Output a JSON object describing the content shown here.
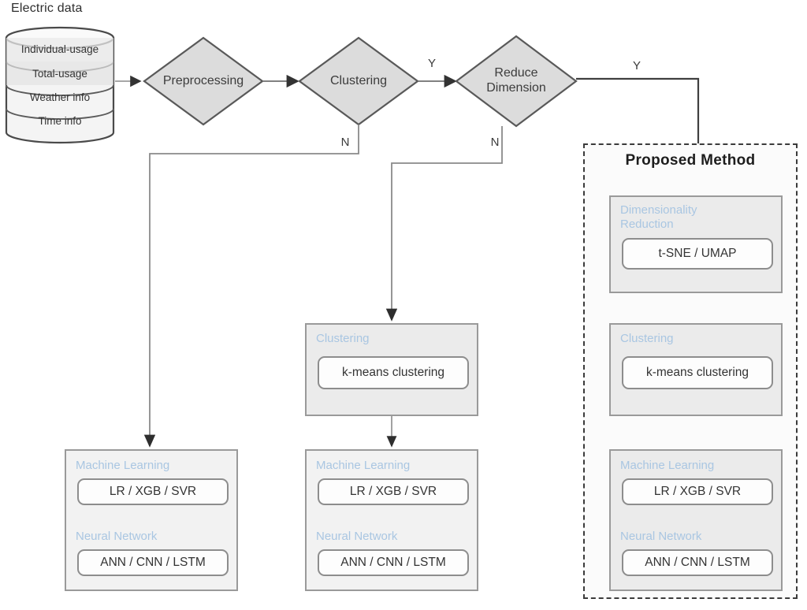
{
  "diagram": {
    "type": "flowchart",
    "title": "Electric data processing and modeling flowchart",
    "source_label": "Electric data",
    "datastore": {
      "name": "electric-data-store",
      "layers": [
        "Individual-usage",
        "Total-usage",
        "Weather info",
        "Time info"
      ]
    },
    "decisions": [
      {
        "id": "preprocessing",
        "label": "Preprocessing"
      },
      {
        "id": "clustering",
        "label": "Clustering",
        "yes": "Y",
        "no": "N"
      },
      {
        "id": "reduce-dimension",
        "label": "Reduce\nDimension",
        "yes": "Y",
        "no": "N"
      }
    ],
    "edge_labels": {
      "yes": "Y",
      "no": "N"
    },
    "proposed_method": {
      "title": "Proposed Method",
      "stages": [
        {
          "header": "Dimensionality\nReduction",
          "method": "t-SNE / UMAP"
        },
        {
          "header": "Clustering",
          "method": "k-means clustering"
        },
        {
          "header": "Machine Learning",
          "method": "LR / XGB / SVR",
          "header2": "Neural Network",
          "method2": "ANN / CNN / LSTM"
        }
      ]
    },
    "branches": {
      "left": {
        "name": "no-clustering-branch",
        "model_box": {
          "header": "Machine Learning",
          "method": "LR / XGB / SVR",
          "header2": "Neural Network",
          "method2": "ANN / CNN / LSTM"
        }
      },
      "middle": {
        "name": "clustering-no-reduction-branch",
        "clustering_box": {
          "header": "Clustering",
          "method": "k-means clustering"
        },
        "model_box": {
          "header": "Machine Learning",
          "method": "LR / XGB / SVR",
          "header2": "Neural Network",
          "method2": "ANN / CNN / LSTM"
        }
      }
    },
    "colors": {
      "diamond_fill": "#dcdcdc",
      "diamond_stroke": "#595959",
      "group_fill": "#ebebeb",
      "group_stroke": "#9a9a9a",
      "header_text": "#a9c6e2",
      "line": "#8a8a8a",
      "dark_line": "#3f3f3f",
      "panel_border": "#3b3b3b"
    }
  }
}
